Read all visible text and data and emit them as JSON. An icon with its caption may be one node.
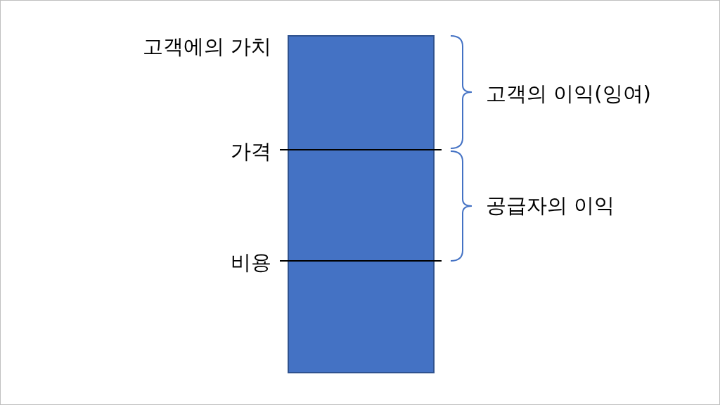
{
  "diagram": {
    "nodes": [
      {
        "text": [],
        "shape": "bar"
      }
    ],
    "labels": [
      "고객에의 가치",
      "고객의 이익(잉여)",
      "가격",
      "공급자의 이익",
      "비용"
    ]
  }
}
